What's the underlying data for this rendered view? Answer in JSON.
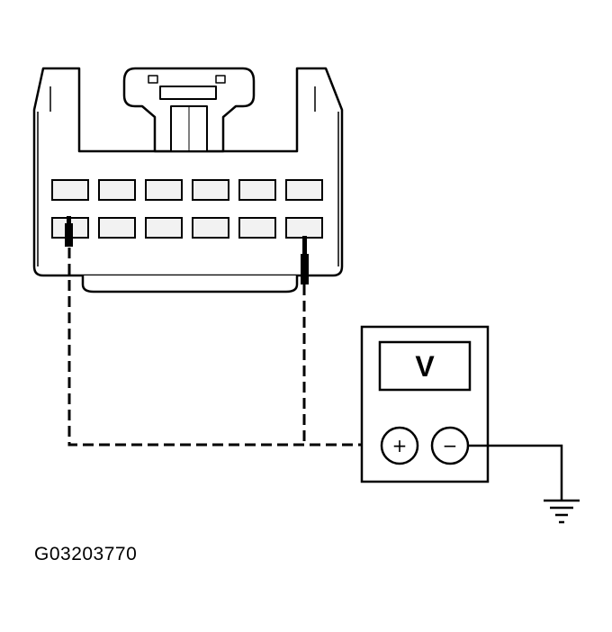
{
  "meter": {
    "label": "V",
    "positive_symbol": "+",
    "negative_symbol": "−"
  },
  "connector": {
    "rows": 2,
    "cavities_per_row": 6
  },
  "caption": "G03203770",
  "colors": {
    "line": "#000000",
    "cavity_fill": "#f2f2f2",
    "background": "#ffffff"
  }
}
